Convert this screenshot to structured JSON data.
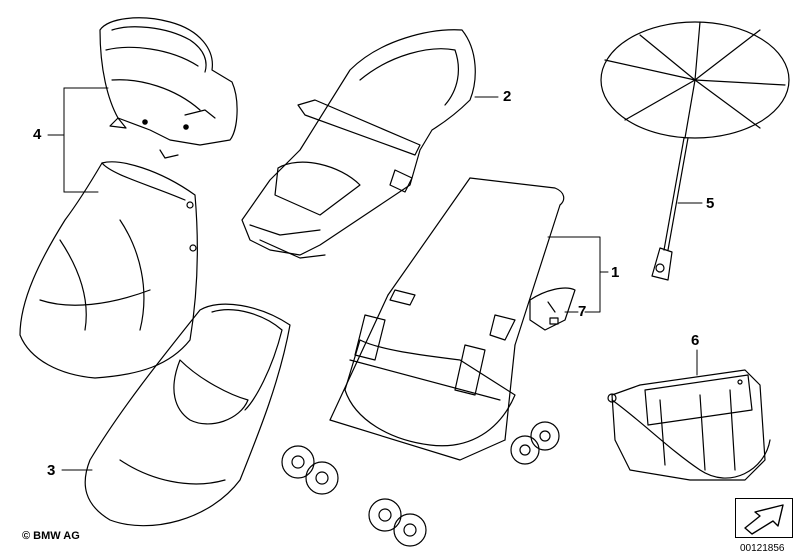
{
  "callouts": {
    "c1": "1",
    "c2": "2",
    "c3": "3",
    "c4": "4",
    "c5": "5",
    "c6": "6",
    "c7": "7"
  },
  "footer": {
    "copyright": "© BMW AG",
    "diagram_id": "00121856"
  },
  "icons": {
    "nav": "arrow-down-left-icon"
  }
}
